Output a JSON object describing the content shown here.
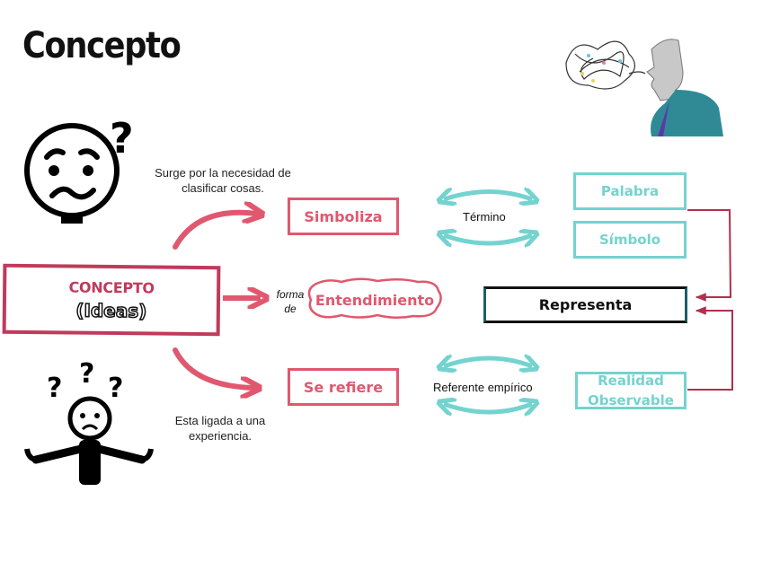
{
  "title": "Concepto",
  "colors": {
    "pink": "#e0586f",
    "crimson": "#c03a5c",
    "teal": "#74d3cf",
    "connector": "#b0304f",
    "ink": "#111111"
  },
  "illustrations": {
    "confused_face": "confused-face-icon",
    "shrugging_person": "shrugging-person-icon",
    "speaking_man": "speaking-man-illustration"
  },
  "central": {
    "label": "CONCEPTO",
    "sub_label": "(Ideas)"
  },
  "notes": {
    "top": "Surge por la necesidad de clasificar cosas.",
    "top_line1": "Surge por la necesidad de",
    "top_line2": "clasificar cosas.",
    "bottom_line1": "Esta ligada a una",
    "bottom_line2": "experiencia.",
    "forma_line1": "forma",
    "forma_line2": "de"
  },
  "nodes": {
    "simboliza": "Simboliza",
    "entendimiento": "Entendimiento",
    "se_refiere": "Se refiere",
    "palabra": "Palabra",
    "simbolo": "Símbolo",
    "representa": "Representa",
    "realidad_line1": "Realidad",
    "realidad_line2": "Observable"
  },
  "links": {
    "termino": "Término",
    "referente": "Referente empírico"
  }
}
